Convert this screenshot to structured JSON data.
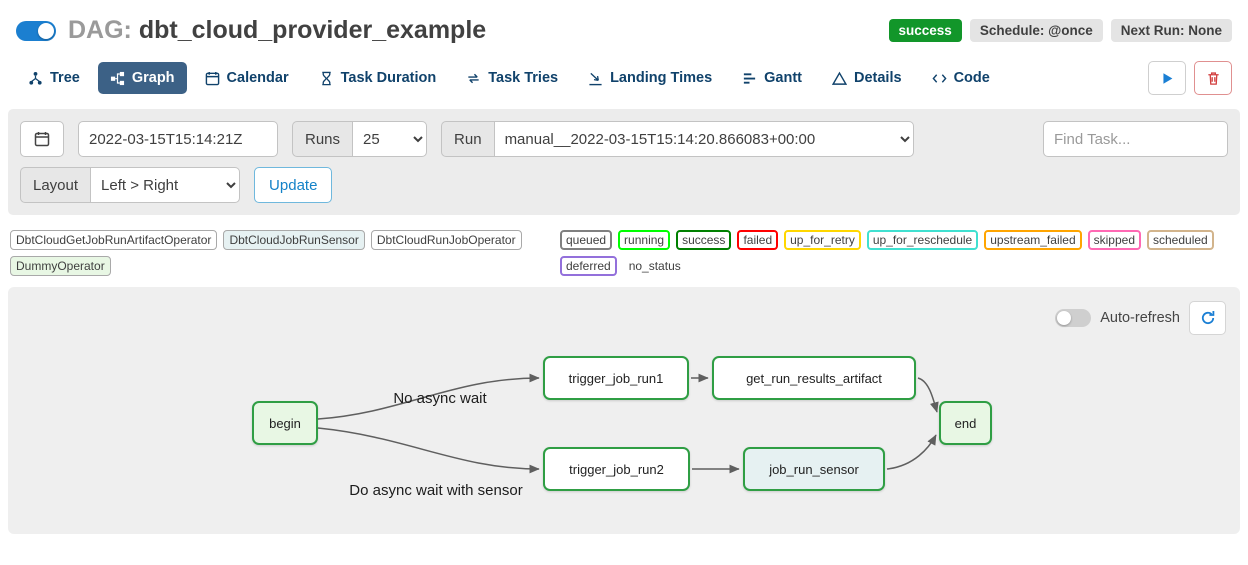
{
  "header": {
    "dag_prefix": "DAG:",
    "dag_name": "dbt_cloud_provider_example",
    "toggle_state": "on",
    "badges": {
      "status": "success",
      "schedule": "Schedule: @once",
      "next_run": "Next Run: None"
    },
    "colors": {
      "status_badge": "#12962a",
      "toggle_on": "#1b7fd0"
    }
  },
  "tabs": [
    {
      "label": "Tree",
      "icon": "tree-icon",
      "active": false
    },
    {
      "label": "Graph",
      "icon": "graph-icon",
      "active": true
    },
    {
      "label": "Calendar",
      "icon": "calendar-icon",
      "active": false
    },
    {
      "label": "Task Duration",
      "icon": "hourglass-icon",
      "active": false
    },
    {
      "label": "Task Tries",
      "icon": "repeat-icon",
      "active": false
    },
    {
      "label": "Landing Times",
      "icon": "landing-icon",
      "active": false
    },
    {
      "label": "Gantt",
      "icon": "gantt-icon",
      "active": false
    },
    {
      "label": "Details",
      "icon": "details-icon",
      "active": false
    },
    {
      "label": "Code",
      "icon": "code-icon",
      "active": false
    }
  ],
  "filters": {
    "base_date_value": "2022-03-15T15:14:21Z",
    "runs_label": "Runs",
    "runs_value": "25",
    "run_label": "Run",
    "run_value": "manual__2022-03-15T15:14:20.866083+00:00",
    "find_task_placeholder": "Find Task...",
    "layout_label": "Layout",
    "layout_value": "Left > Right",
    "update_button": "Update"
  },
  "legend": {
    "operators": [
      {
        "label": "DbtCloudGetJobRunArtifactOperator",
        "color": "#ffffff"
      },
      {
        "label": "DbtCloudJobRunSensor",
        "color": "#e6f1f2"
      },
      {
        "label": "DbtCloudRunJobOperator",
        "color": "#ffffff"
      },
      {
        "label": "DummyOperator",
        "color": "#e8f7e4"
      }
    ],
    "statuses": [
      {
        "label": "queued",
        "color": "#808080"
      },
      {
        "label": "running",
        "color": "#00ff00"
      },
      {
        "label": "success",
        "color": "#008000"
      },
      {
        "label": "failed",
        "color": "#ff0000"
      },
      {
        "label": "up_for_retry",
        "color": "#ffd700"
      },
      {
        "label": "up_for_reschedule",
        "color": "#40e0d0"
      },
      {
        "label": "upstream_failed",
        "color": "#ffa500"
      },
      {
        "label": "skipped",
        "color": "#ff69b4"
      },
      {
        "label": "scheduled",
        "color": "#d2b48c"
      },
      {
        "label": "deferred",
        "color": "#9370db"
      },
      {
        "label": "no_status",
        "color": "transparent"
      }
    ]
  },
  "graph": {
    "auto_refresh_label": "Auto-refresh",
    "auto_refresh_on": false,
    "node_border_color": "#2f9e44",
    "edge_color": "#5f5f5f",
    "nodes": [
      {
        "id": "begin",
        "label": "begin",
        "fill": "#e8f7e4",
        "state": "success"
      },
      {
        "id": "trigger_job_run1",
        "label": "trigger_job_run1",
        "fill": "#ffffff",
        "state": "success"
      },
      {
        "id": "get_run_results_artifact",
        "label": "get_run_results_artifact",
        "fill": "#ffffff",
        "state": "success"
      },
      {
        "id": "trigger_job_run2",
        "label": "trigger_job_run2",
        "fill": "#ffffff",
        "state": "success"
      },
      {
        "id": "job_run_sensor",
        "label": "job_run_sensor",
        "fill": "#e6f1f2",
        "state": "success"
      },
      {
        "id": "end",
        "label": "end",
        "fill": "#e8f7e4",
        "state": "success"
      }
    ],
    "edges": [
      {
        "from": "begin",
        "to": "trigger_job_run1",
        "label": "No async wait"
      },
      {
        "from": "begin",
        "to": "trigger_job_run2",
        "label": "Do async wait with sensor"
      },
      {
        "from": "trigger_job_run1",
        "to": "get_run_results_artifact",
        "label": ""
      },
      {
        "from": "trigger_job_run2",
        "to": "job_run_sensor",
        "label": ""
      },
      {
        "from": "get_run_results_artifact",
        "to": "end",
        "label": ""
      },
      {
        "from": "job_run_sensor",
        "to": "end",
        "label": ""
      }
    ]
  }
}
